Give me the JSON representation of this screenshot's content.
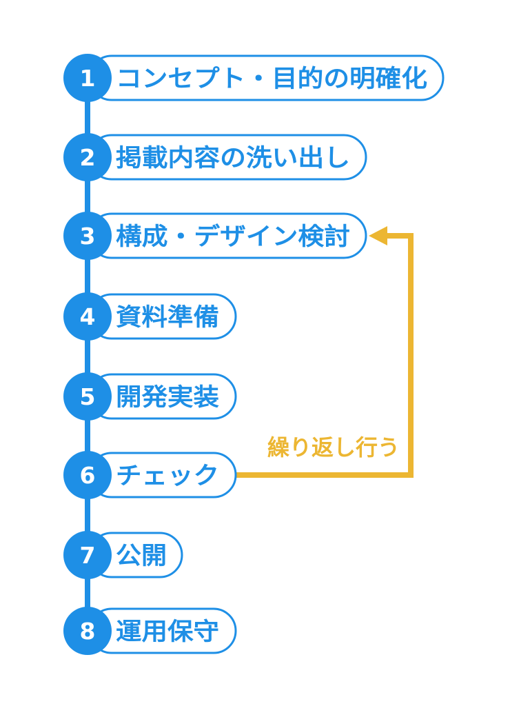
{
  "colors": {
    "accent": "#1e8fe6",
    "loop": "#ecb632",
    "background": "#ffffff"
  },
  "steps": [
    {
      "number": "1",
      "label": "コンセプト・目的の明確化"
    },
    {
      "number": "2",
      "label": "掲載内容の洗い出し"
    },
    {
      "number": "3",
      "label": "構成・デザイン検討"
    },
    {
      "number": "4",
      "label": "資料準備"
    },
    {
      "number": "5",
      "label": "開発実装"
    },
    {
      "number": "6",
      "label": "チェック"
    },
    {
      "number": "7",
      "label": "公開"
    },
    {
      "number": "8",
      "label": "運用保守"
    }
  ],
  "loop": {
    "label": "繰り返し行う",
    "from_step": "6",
    "to_step": "3"
  }
}
